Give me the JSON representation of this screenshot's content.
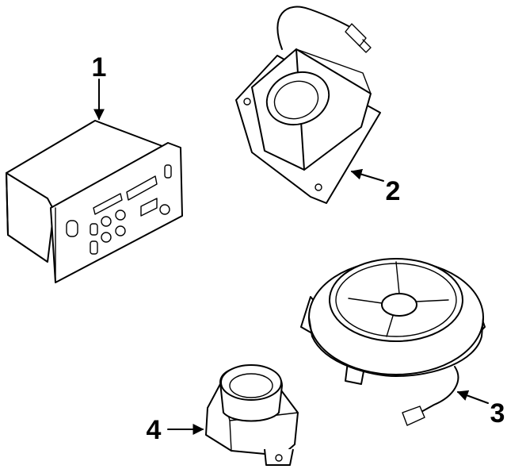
{
  "callouts": [
    {
      "id": "1",
      "label": "1",
      "part": "radio-unit"
    },
    {
      "id": "2",
      "label": "2",
      "part": "speaker-enclosure"
    },
    {
      "id": "3",
      "label": "3",
      "part": "speaker"
    },
    {
      "id": "4",
      "label": "4",
      "part": "tweeter-housing"
    }
  ]
}
